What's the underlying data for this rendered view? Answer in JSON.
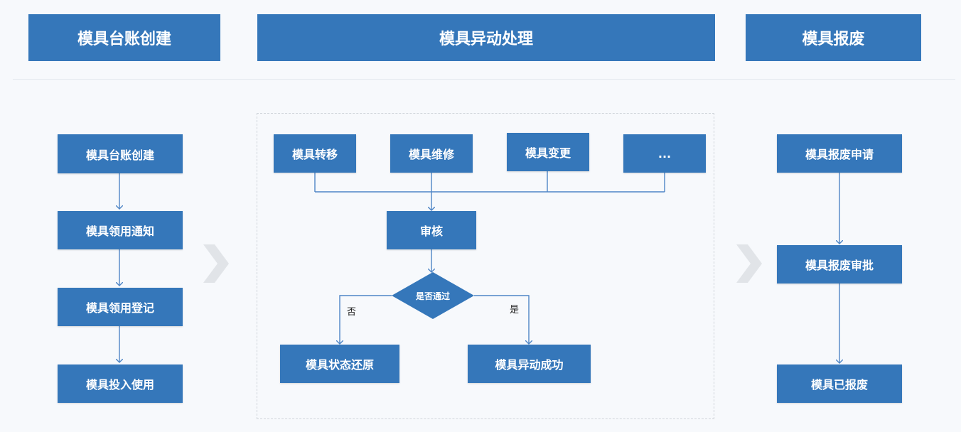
{
  "headers": {
    "creation": "模具台账创建",
    "change": "模具异动处理",
    "scrap": "模具报废"
  },
  "creation_flow": [
    "模具台账创建",
    "模具领用通知",
    "模具领用登记",
    "模具投入使用"
  ],
  "change_flow": {
    "types": [
      "模具转移",
      "模具维修",
      "模具变更",
      "..."
    ],
    "review": "审核",
    "decision": "是否通过",
    "no_label": "否",
    "yes_label": "是",
    "no_result": "模具状态还原",
    "yes_result": "模具异动成功"
  },
  "scrap_flow": [
    "模具报废申请",
    "模具报废审批",
    "模具已报废"
  ],
  "colors": {
    "box": "#3577ba",
    "line": "#4f86c6",
    "chevron": "#e1e4e8",
    "background": "#f7f9fc"
  }
}
